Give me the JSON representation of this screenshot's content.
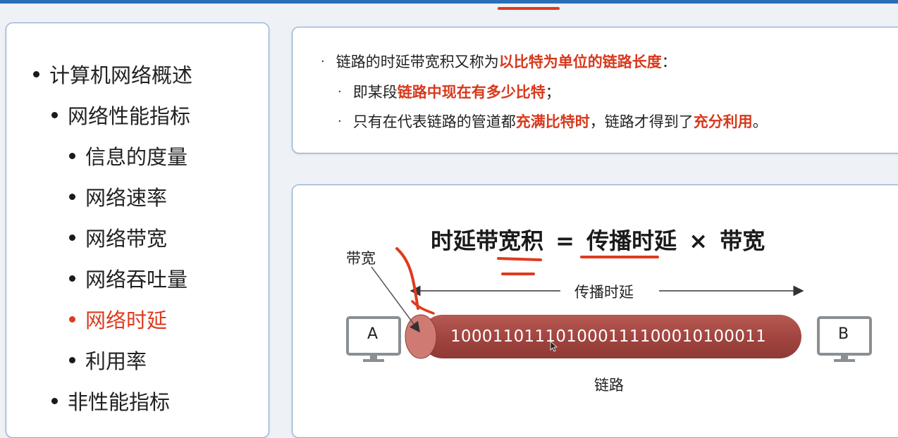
{
  "sidebar": {
    "items": [
      {
        "label": "计算机网络概述",
        "level": 0,
        "active": false
      },
      {
        "label": "网络性能指标",
        "level": 1,
        "active": false
      },
      {
        "label": "信息的度量",
        "level": 2,
        "active": false
      },
      {
        "label": "网络速率",
        "level": 2,
        "active": false
      },
      {
        "label": "网络带宽",
        "level": 2,
        "active": false
      },
      {
        "label": "网络吞吐量",
        "level": 2,
        "active": false
      },
      {
        "label": "网络时延",
        "level": 2,
        "active": true
      },
      {
        "label": "利用率",
        "level": 2,
        "active": false
      },
      {
        "label": "非性能指标",
        "level": 1,
        "active": false
      }
    ]
  },
  "textbox": {
    "line1": {
      "bullet": "·",
      "prefix": "链路的时延带宽积又称为",
      "highlight": "以比特为单位的链路长度",
      "suffix": "："
    },
    "line2": {
      "bullet": "·",
      "prefix": "即某段",
      "highlight": "链路中现在有多少比特",
      "suffix": "；"
    },
    "line3": {
      "bullet": "·",
      "prefix": "只有在代表链路的管道都",
      "highlight1": "充满比特时",
      "middle": "，链路才得到了",
      "highlight2": "充分利用",
      "suffix": "。"
    }
  },
  "diagram": {
    "formula": {
      "lhs": "时延带宽积",
      "eq": "=",
      "t1": "传播时延",
      "times": "×",
      "t2": "带宽"
    },
    "bandwidth_label": "带宽",
    "delay_label": "传播时延",
    "pipe_bits": "10001101110100011110001010001‌1",
    "link_label": "链路",
    "host_a": "A",
    "host_b": "B"
  },
  "colors": {
    "accent": "#e03a1e",
    "pipe": "#a94c47",
    "border": "#7fa4cf"
  }
}
